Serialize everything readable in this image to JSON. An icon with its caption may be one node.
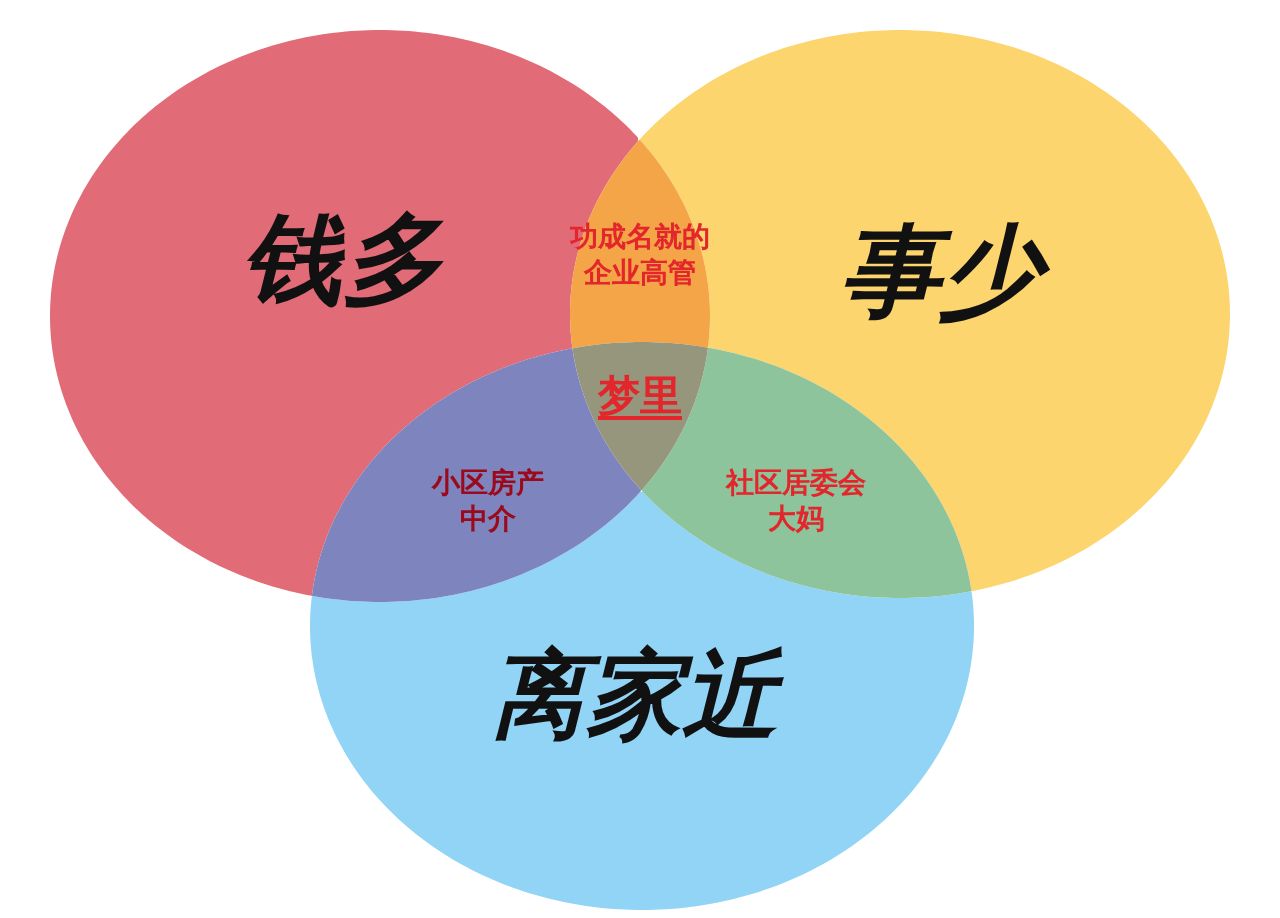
{
  "diagram": {
    "nodes": [
      {
        "text": [
          "钱多"
        ]
      },
      {
        "text": [
          "事少"
        ]
      },
      {
        "text": [
          "离家近"
        ]
      }
    ],
    "labels": [
      "功成名就的企业高管",
      "梦里",
      "小区房产中介",
      "社区居委会大妈"
    ]
  }
}
